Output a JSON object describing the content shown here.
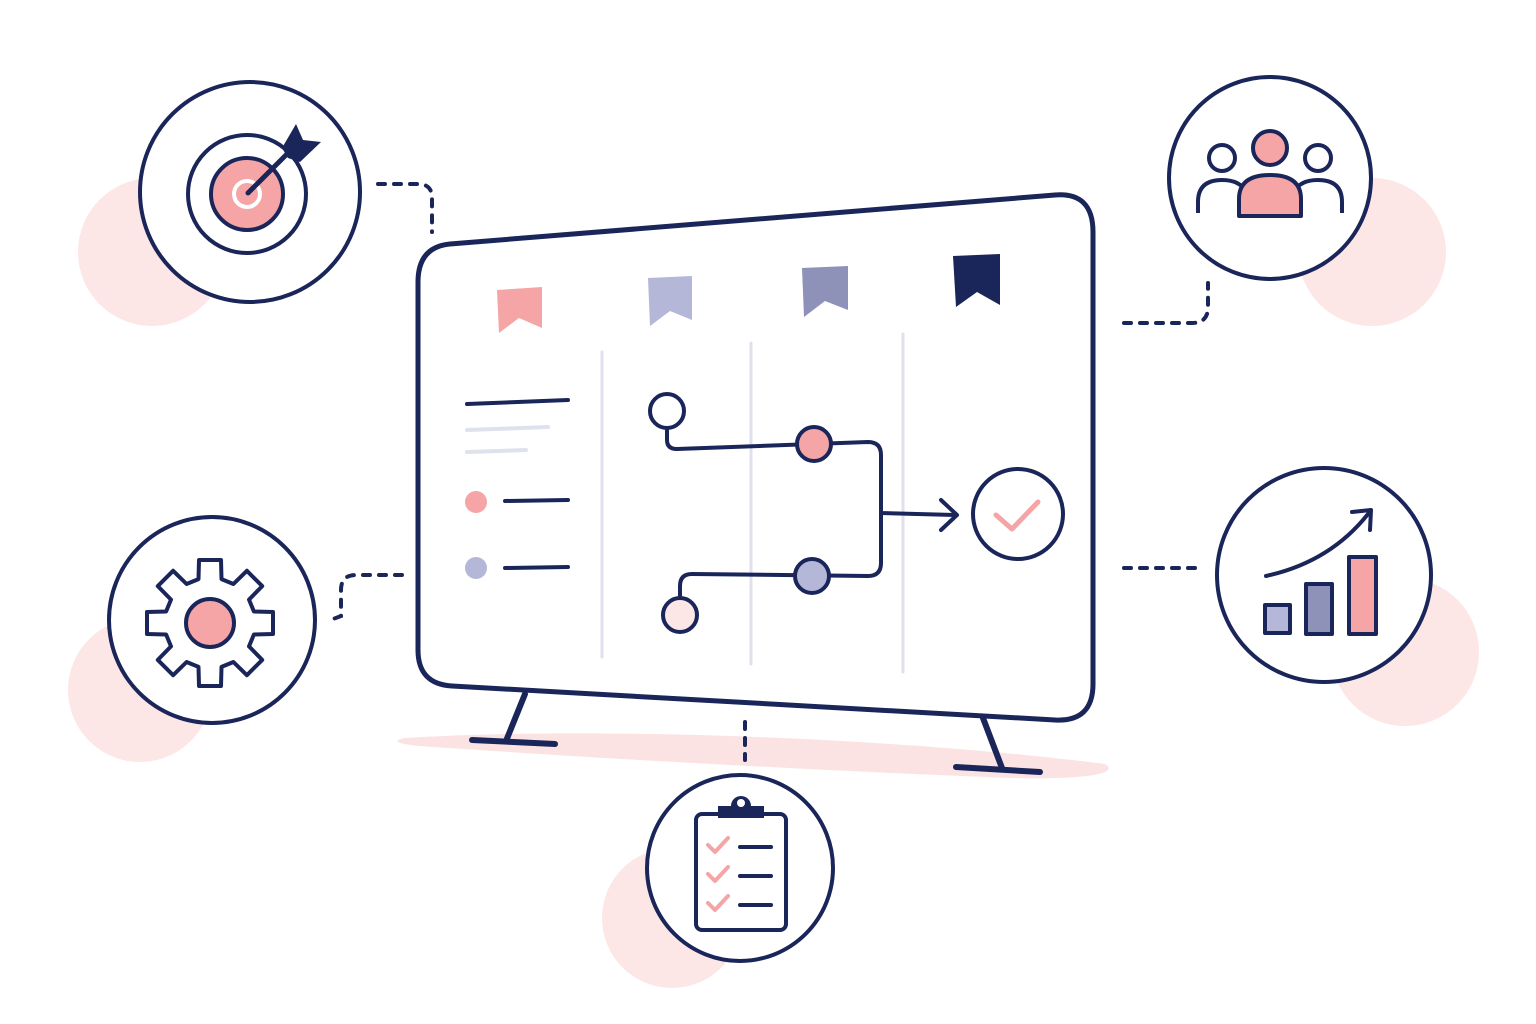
{
  "colors": {
    "navy": "#1a2559",
    "coral": "#f5a5a5",
    "coral_light": "#fde6e6",
    "lavender": "#b4b7d8",
    "slate": "#8e91b8",
    "divider": "#dfe1ec",
    "shadow": "#fbe3e3"
  },
  "icons": [
    "target-icon",
    "team-icon",
    "gear-icon",
    "growth-chart-icon",
    "checklist-icon",
    "check-icon"
  ],
  "board": {
    "flags": [
      "coral",
      "lavender",
      "slate",
      "navy"
    ],
    "sidebar_bullets": [
      "coral",
      "lavender"
    ],
    "flow_nodes": [
      {
        "name": "start-node-top",
        "fill": "white"
      },
      {
        "name": "mid-node-top",
        "fill": "coral"
      },
      {
        "name": "start-node-bottom",
        "fill": "coral_light"
      },
      {
        "name": "mid-node-bottom",
        "fill": "lavender"
      }
    ]
  }
}
